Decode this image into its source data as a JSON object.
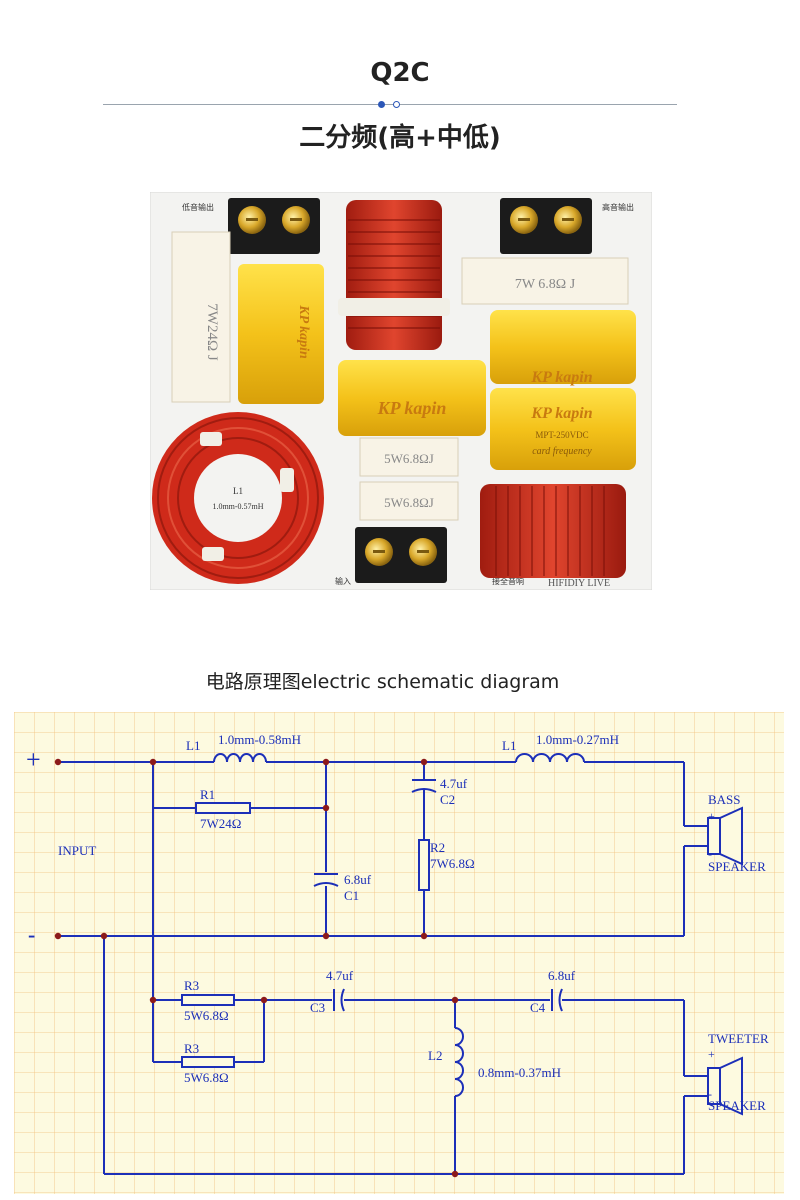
{
  "header": {
    "model": "Q2C",
    "subtitle": "二分频(高+中低)"
  },
  "photo": {
    "silkscreen": [
      "低音输出",
      "高音输出",
      "输入",
      "接全音响",
      "HIFIDIY LIVE"
    ],
    "resistor_labels": [
      "7W24Ω J",
      "7W 6.8Ω J",
      "5W6.8ΩJ",
      "5W6.8ΩJ"
    ],
    "capacitor_brand": "KP kapin",
    "capacitor_text": [
      "MPT-250VDC",
      "card frequency"
    ],
    "coil_label": "L1",
    "coil_spec": "1.0mm-0.57mH"
  },
  "schematic": {
    "caption": "电路原理图electric schematic diagram",
    "input_label": "INPUT",
    "plus": "+",
    "minus": "-",
    "components": {
      "L1_top": {
        "name": "L1",
        "value": "1.0mm-0.58mH"
      },
      "R1": {
        "name": "R1",
        "value": "7W24Ω"
      },
      "C1": {
        "name": "C1",
        "value": "6.8uf"
      },
      "C2": {
        "name": "C2",
        "value": "4.7uf"
      },
      "R2": {
        "name": "R2",
        "value": "7W6.8Ω"
      },
      "L1_right": {
        "name": "L1",
        "value": "1.0mm-0.27mH"
      },
      "R3a": {
        "name": "R3",
        "value": "5W6.8Ω"
      },
      "R3b": {
        "name": "R3",
        "value": "5W6.8Ω"
      },
      "C3": {
        "name": "C3",
        "value": "4.7uf"
      },
      "C4": {
        "name": "C4",
        "value": "6.8uf"
      },
      "L2": {
        "name": "L2",
        "value": "0.8mm-0.37mH"
      }
    },
    "bass": {
      "label": "BASS",
      "plus": "+",
      "minus": "-",
      "speaker": "SPEAKER"
    },
    "tweeter": {
      "label": "TWEETER",
      "plus": "+",
      "minus": "-",
      "speaker": "SPEAKER"
    },
    "colors": {
      "wire": "#1c2fb8",
      "component": "#1c2fb8",
      "junction": "#8b1a1a",
      "grid_bg": "#fdfae0",
      "grid_line": "#f0c07a"
    }
  }
}
